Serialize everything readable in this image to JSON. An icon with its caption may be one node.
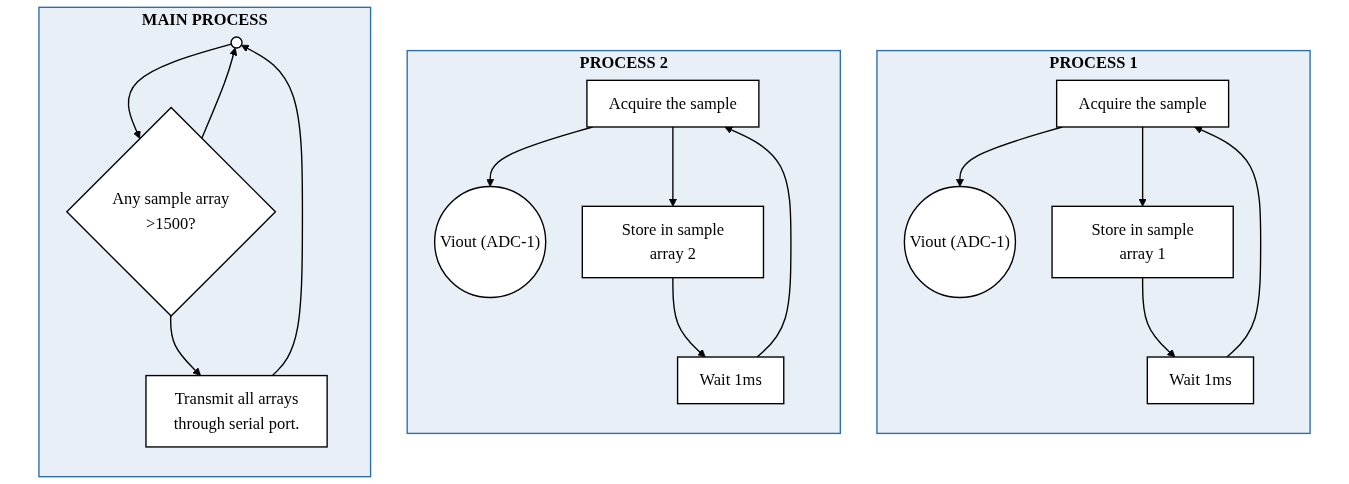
{
  "diagram": {
    "nodes": [
      {
        "text": [
          "PROCESS 1"
        ]
      },
      {
        "text": [
          "Viout (ADC-1)"
        ],
        "in": 0
      },
      {
        "text": [
          "Acquire the sample"
        ],
        "in": 0
      },
      {
        "text": [
          "Store in sample array 1"
        ],
        "in": 0
      },
      {
        "text": [
          "Wait 1ms"
        ],
        "in": 0
      },
      {
        "text": [
          "PROCESS 2"
        ]
      },
      {
        "text": [
          "Viout (ADC-1)"
        ],
        "in": 5
      },
      {
        "text": [
          "Acquire the sample"
        ],
        "in": 5
      },
      {
        "text": [
          "Store in sample array 2"
        ],
        "in": 5
      },
      {
        "text": [
          "Wait 1ms"
        ],
        "in": 5
      },
      {
        "text": [
          "MAIN PROCESS"
        ]
      },
      {
        "text": [],
        "shape": "circle",
        "in": 10
      },
      {
        "text": [
          "Any sample array >1500?"
        ],
        "in": 10
      },
      {
        "text": [
          "Transmit all arrays through serial port."
        ],
        "in": 10
      }
    ],
    "edges": [
      {
        "from": 2,
        "to": 1,
        "arrow": "to"
      },
      {
        "from": 2,
        "to": 3,
        "arrow": "to"
      },
      {
        "from": 3,
        "to": 4,
        "arrow": "to"
      },
      {
        "from": 4,
        "to": 2,
        "arrow": "to"
      },
      {
        "from": 7,
        "to": 6,
        "arrow": "to"
      },
      {
        "from": 7,
        "to": 8,
        "arrow": "to"
      },
      {
        "from": 8,
        "to": 9,
        "arrow": "to"
      },
      {
        "from": 9,
        "to": 7,
        "arrow": "to"
      },
      {
        "from": 11,
        "to": 12,
        "arrow": "to"
      },
      {
        "from": 12,
        "to": 11,
        "arrow": "to"
      },
      {
        "from": 12,
        "to": 13,
        "arrow": "to"
      },
      {
        "from": 13,
        "to": 11,
        "arrow": "to"
      }
    ]
  }
}
